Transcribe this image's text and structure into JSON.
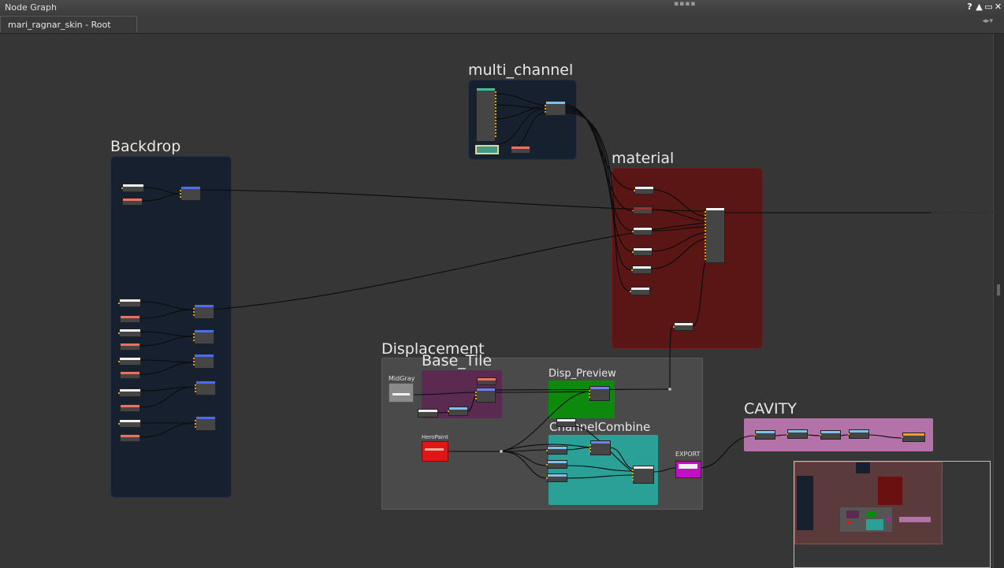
{
  "window": {
    "title": "Node Graph",
    "buttons": [
      "?",
      "▲",
      "▭",
      "✕"
    ]
  },
  "tab": {
    "label": "mari_ragnar_skin - Root"
  },
  "backdrops": {
    "backdrop": "Backdrop",
    "multi_channel": "multi_channel",
    "material": "material",
    "displacement": "Displacement",
    "base_tile": "Base_Tile",
    "disp_preview": "Disp_Preview",
    "channel_combine": "ChannelCombine",
    "cavity": "CAVITY"
  },
  "node_labels": {
    "midgray": "MidGray",
    "heropaint": "HeroPaint",
    "export": "EXPORT"
  },
  "colors": {
    "backdrop_blue": "#16202f",
    "material_red": "#5a1515",
    "displacement_gray": "#4a4a4a",
    "base_tile_purple": "#5a2a50",
    "disp_preview_green": "#0d8a0d",
    "channel_combine_teal": "#2aa097",
    "cavity_pink": "#b372a8",
    "export_magenta": "#c010c0",
    "heropaint_red": "#e01515"
  }
}
